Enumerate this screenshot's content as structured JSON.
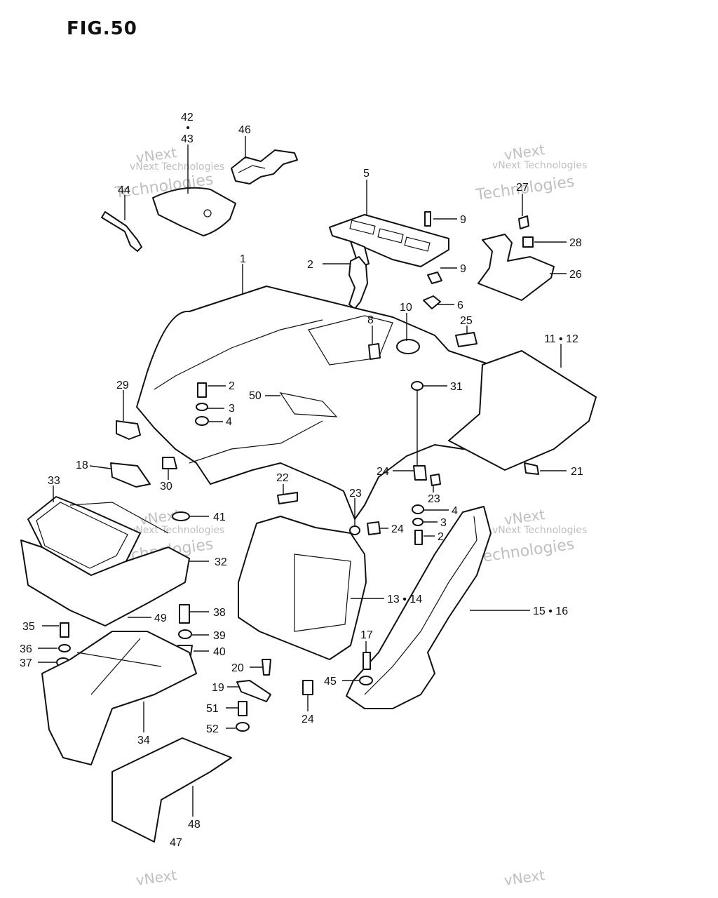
{
  "figure": {
    "title": "FIG.50"
  },
  "watermark": {
    "line1": "vNext",
    "line2": "Technologies",
    "small": "vNext Technologies"
  },
  "callouts": [
    {
      "id": "c-42-43a",
      "text": "42"
    },
    {
      "id": "c-42-43b",
      "text": "43"
    },
    {
      "id": "c-46",
      "text": "46"
    },
    {
      "id": "c-44",
      "text": "44"
    },
    {
      "id": "c-5",
      "text": "5"
    },
    {
      "id": "c-9a",
      "text": "9"
    },
    {
      "id": "c-9b",
      "text": "9"
    },
    {
      "id": "c-6",
      "text": "6"
    },
    {
      "id": "c-27",
      "text": "27"
    },
    {
      "id": "c-28",
      "text": "28"
    },
    {
      "id": "c-26",
      "text": "26"
    },
    {
      "id": "c-1",
      "text": "1"
    },
    {
      "id": "c-2a",
      "text": "2"
    },
    {
      "id": "c-10",
      "text": "10"
    },
    {
      "id": "c-8",
      "text": "8"
    },
    {
      "id": "c-25",
      "text": "25"
    },
    {
      "id": "c-11-12",
      "text": "11 • 12"
    },
    {
      "id": "c-29",
      "text": "29"
    },
    {
      "id": "c-2b",
      "text": "2"
    },
    {
      "id": "c-3a",
      "text": "3"
    },
    {
      "id": "c-4a",
      "text": "4"
    },
    {
      "id": "c-50",
      "text": "50"
    },
    {
      "id": "c-31",
      "text": "31"
    },
    {
      "id": "c-18",
      "text": "18"
    },
    {
      "id": "c-30",
      "text": "30"
    },
    {
      "id": "c-24a",
      "text": "24"
    },
    {
      "id": "c-21",
      "text": "21"
    },
    {
      "id": "c-33",
      "text": "33"
    },
    {
      "id": "c-22",
      "text": "22"
    },
    {
      "id": "c-23a",
      "text": "23"
    },
    {
      "id": "c-23b",
      "text": "23"
    },
    {
      "id": "c-4b",
      "text": "4"
    },
    {
      "id": "c-41",
      "text": "41"
    },
    {
      "id": "c-3b",
      "text": "3"
    },
    {
      "id": "c-24b",
      "text": "24"
    },
    {
      "id": "c-2c",
      "text": "2"
    },
    {
      "id": "c-32",
      "text": "32"
    },
    {
      "id": "c-13-14",
      "text": "13 • 14"
    },
    {
      "id": "c-15-16",
      "text": "15 • 16"
    },
    {
      "id": "c-38",
      "text": "38"
    },
    {
      "id": "c-49",
      "text": "49"
    },
    {
      "id": "c-35",
      "text": "35"
    },
    {
      "id": "c-39",
      "text": "39"
    },
    {
      "id": "c-36",
      "text": "36"
    },
    {
      "id": "c-40",
      "text": "40"
    },
    {
      "id": "c-37",
      "text": "37"
    },
    {
      "id": "c-17",
      "text": "17"
    },
    {
      "id": "c-20",
      "text": "20"
    },
    {
      "id": "c-45",
      "text": "45"
    },
    {
      "id": "c-19",
      "text": "19"
    },
    {
      "id": "c-51",
      "text": "51"
    },
    {
      "id": "c-24c",
      "text": "24"
    },
    {
      "id": "c-52",
      "text": "52"
    },
    {
      "id": "c-34",
      "text": "34"
    },
    {
      "id": "c-48",
      "text": "48"
    },
    {
      "id": "c-47",
      "text": "47"
    }
  ]
}
